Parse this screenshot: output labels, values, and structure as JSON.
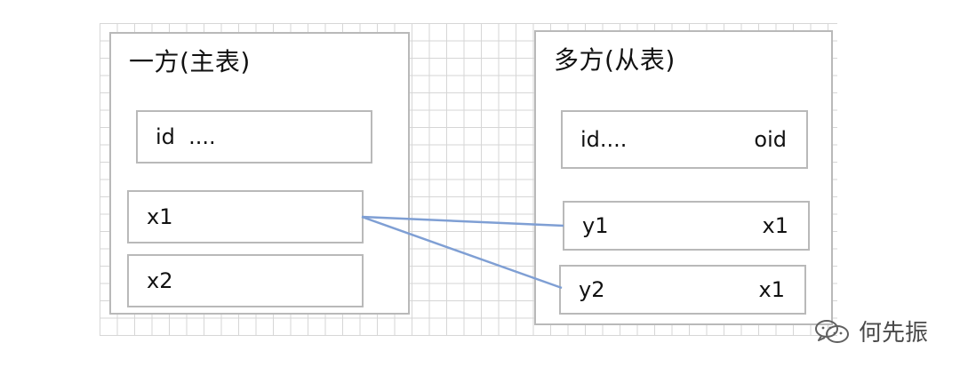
{
  "panels": {
    "one": {
      "title": "一方(主表)",
      "fields": [
        {
          "left": "id  ....",
          "right": ""
        },
        {
          "left": "x1",
          "right": ""
        },
        {
          "left": "x2",
          "right": ""
        }
      ]
    },
    "many": {
      "title": "多方(从表)",
      "fields": [
        {
          "left": "id....",
          "right": "oid"
        },
        {
          "left": "y1",
          "right": "x1"
        },
        {
          "left": "y2",
          "right": "x1"
        }
      ]
    }
  },
  "links": [
    {
      "from": "one.x1",
      "to": "many.y1"
    },
    {
      "from": "one.x1",
      "to": "many.y2"
    }
  ],
  "watermark": {
    "icon": "wechat-icon",
    "text": "何先振"
  },
  "colors": {
    "border": "#b9b9b9",
    "grid": "#d6d6d6",
    "link": "#7f9fd4",
    "text": "#111111"
  }
}
